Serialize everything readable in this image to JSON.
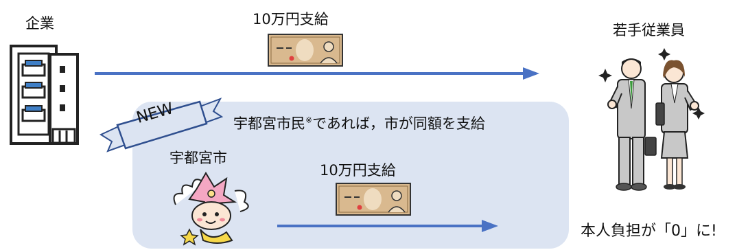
{
  "labels": {
    "company": "企業",
    "employees": "若手従業員",
    "payment_top": "10万円支給",
    "payment_city": "10万円支給",
    "city": "宇都宮市",
    "new_badge": "NEW",
    "condition_pre": "宇都宮市民",
    "condition_mark": "※",
    "condition_post": "であれば，市が同額を支給",
    "result": "本人負担が「0」に!"
  },
  "icons": {
    "company": "office-building-icon",
    "banknote_top": "banknote-icon",
    "banknote_city": "banknote-icon",
    "employees": "young-employees-illustration",
    "mascot": "city-mascot-illustration",
    "new_ribbon": "ribbon-banner-icon"
  },
  "colors": {
    "arrow": "#4a72c4",
    "panel": "#dce4f2",
    "banknote": "#d9b98f",
    "ribbon": "#dce4f2",
    "ribbon_stroke": "#2f4f8f"
  }
}
